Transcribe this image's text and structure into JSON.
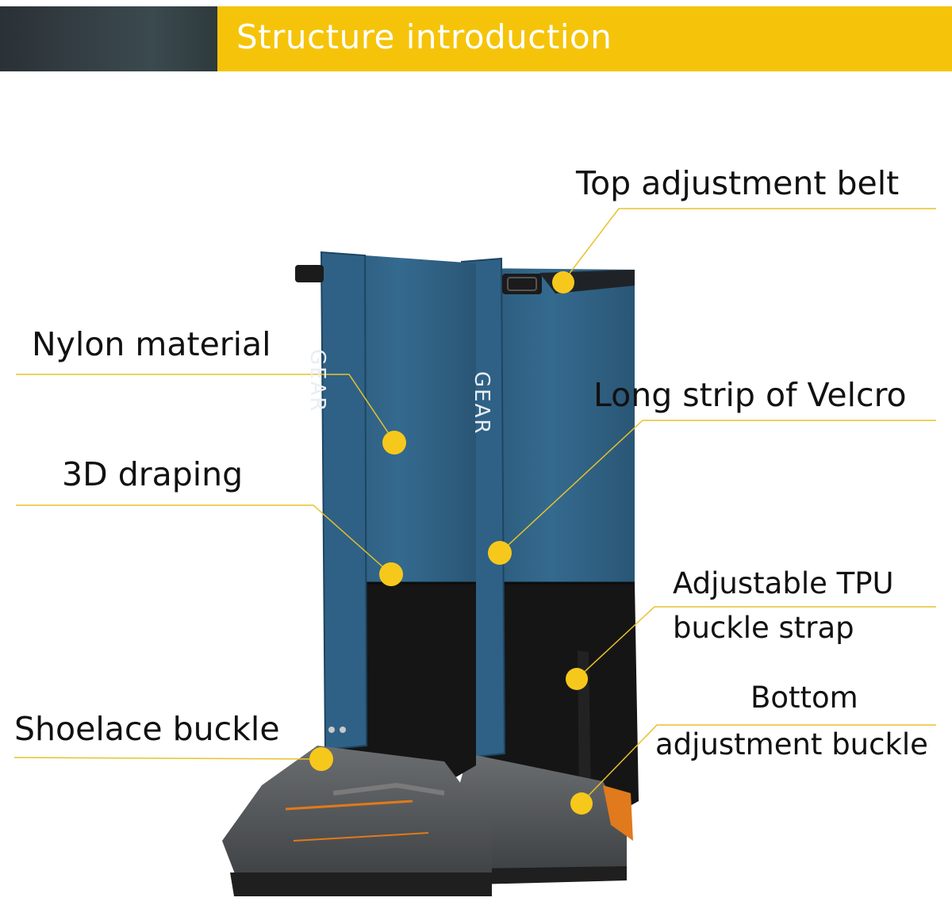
{
  "header": {
    "title": "Structure introduction",
    "accent_color": "#f5c40a"
  },
  "product": {
    "brand_mark": "GEAR",
    "gaiter_colors": {
      "upper": "#2d5d7e",
      "lower": "#151515",
      "shoe": "#5a5d60",
      "sole_accent": "#e07a1c"
    }
  },
  "callouts": [
    {
      "id": "top-adjustment-belt",
      "label": "Top adjustment belt"
    },
    {
      "id": "nylon-material",
      "label": "Nylon material"
    },
    {
      "id": "long-strip-velcro",
      "label": "Long strip of Velcro"
    },
    {
      "id": "3d-draping",
      "label": "3D draping"
    },
    {
      "id": "adjustable-tpu",
      "label_line1": "Adjustable TPU",
      "label_line2": "buckle strap"
    },
    {
      "id": "shoelace-buckle",
      "label": "Shoelace buckle"
    },
    {
      "id": "bottom-adjustment",
      "label_line1": "Bottom",
      "label_line2": "adjustment buckle"
    }
  ],
  "marker_color": "#f7c81c"
}
